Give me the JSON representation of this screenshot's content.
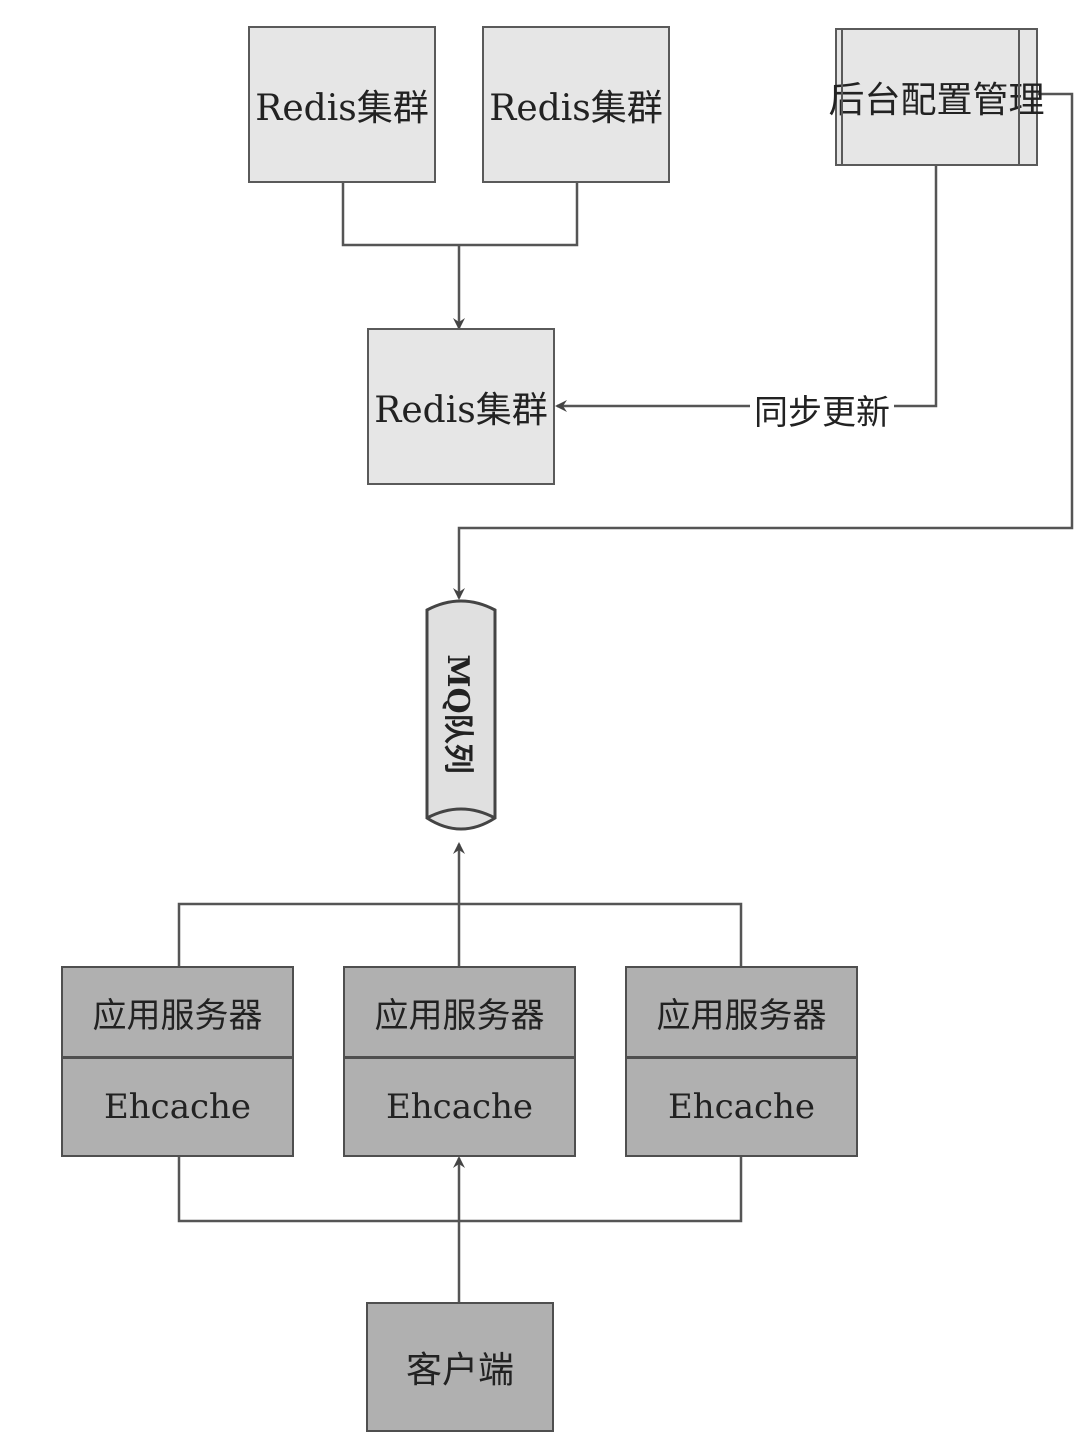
{
  "diagram": {
    "nodes": {
      "redis_a": "Redis集群",
      "redis_b": "Redis集群",
      "redis_main": "Redis集群",
      "admin": "后台配置管理",
      "mq": "MQ队列",
      "servers": [
        {
          "top": "应用服务器",
          "bottom": "Ehcache"
        },
        {
          "top": "应用服务器",
          "bottom": "Ehcache"
        },
        {
          "top": "应用服务器",
          "bottom": "Ehcache"
        }
      ],
      "client": "客户端"
    },
    "edges": {
      "sync_label": "同步更新"
    },
    "colors": {
      "line": "#555555",
      "light_fill": "#e6e6e6",
      "dark_fill": "#b0b0b0"
    }
  }
}
